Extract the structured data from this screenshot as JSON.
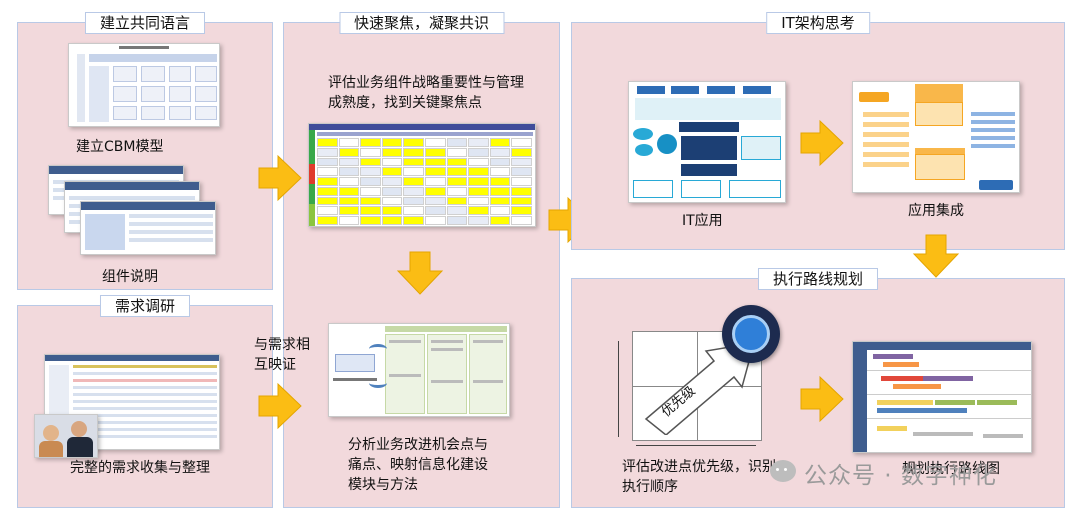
{
  "panels": {
    "language": {
      "title": "建立共同语言",
      "cbm_label": "建立CBM模型",
      "component_label": "组件说明"
    },
    "research": {
      "title": "需求调研",
      "collect_label": "完整的需求收集与整理"
    },
    "focus": {
      "title": "快速聚焦，凝聚共识",
      "assess_label": "评估业务组件战略重要性与管理成熟度，找到关键聚焦点",
      "map_label": "与需求相互映证",
      "analyze_label": "分析业务改进机会点与痛点、映射信息化建设模块与方法"
    },
    "it": {
      "title": "IT架构思考",
      "app_label": "IT应用",
      "integration_label": "应用集成"
    },
    "roadmap": {
      "title": "执行路线规划",
      "priority_label": "评估改进点优先级，识别执行顺序",
      "plan_label": "规划执行路线图",
      "priority_word": "优先级"
    }
  },
  "watermark": {
    "text": "公众号 · 数字神化"
  },
  "colors": {
    "panel_bg": "#f2d9dc",
    "border": "#b9c9e6",
    "arrow": "#fbbd14",
    "arrow_edge": "#e4a500"
  }
}
